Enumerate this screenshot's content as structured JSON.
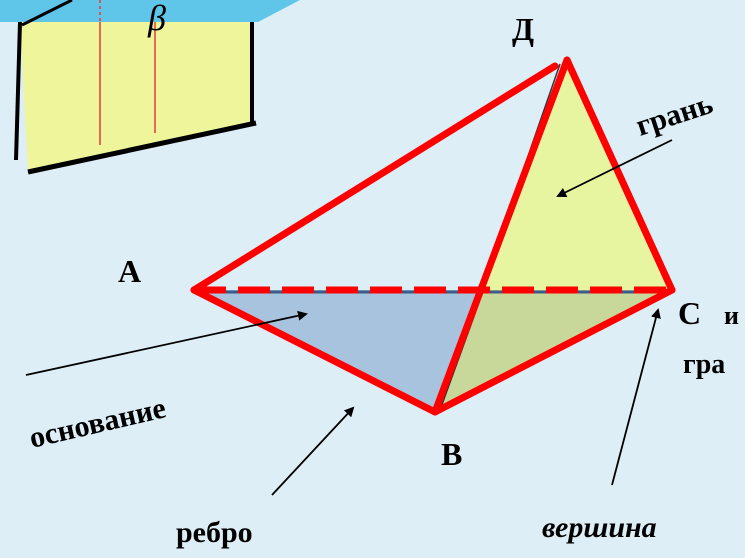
{
  "vertices": {
    "a": "A",
    "b": "B",
    "c": "C",
    "d": "Д"
  },
  "greek": "β",
  "labels": {
    "face": "грань",
    "base": "основание",
    "edge": "ребро",
    "vertex": "вершина",
    "c_suffix": "и",
    "face_cut": "гра"
  },
  "colors": {
    "background": "#ddeef6",
    "edge_red": "#ff0000",
    "face_yellow": "#e8f5a0",
    "base_blue": "#9dbbd8",
    "overlap_green": "#c8d89a",
    "plane_blue": "#5fc6ea"
  }
}
